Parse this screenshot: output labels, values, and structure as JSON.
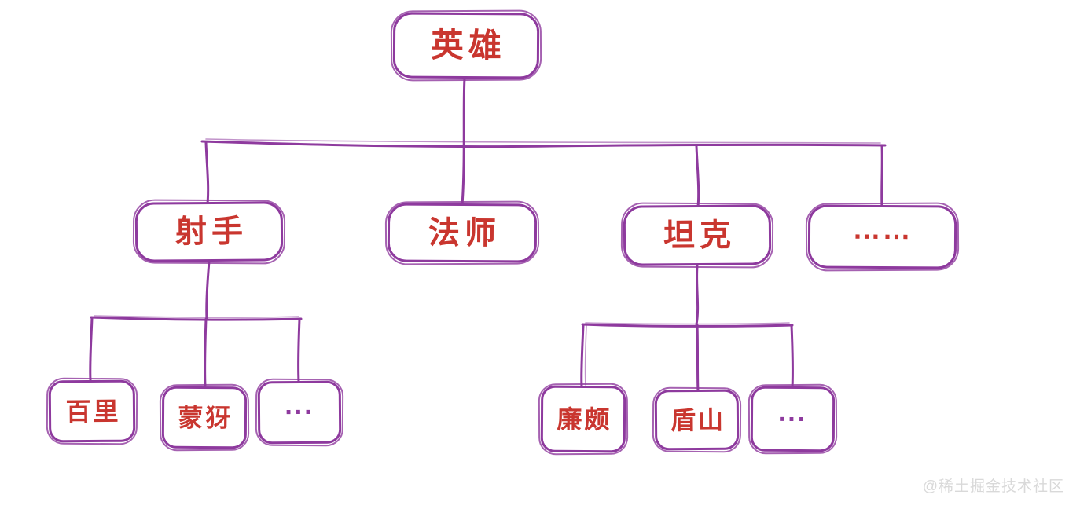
{
  "colors": {
    "line_purple": "#8e3a9e",
    "label_red": "#c9362f",
    "watermark_gray": "#d9d9d9",
    "background": "#ffffff"
  },
  "tree": {
    "root": {
      "label": "英雄"
    },
    "categories": [
      {
        "label": "射手"
      },
      {
        "label": "法师"
      },
      {
        "label": "坦克"
      },
      {
        "label": "……"
      }
    ],
    "marksman_heroes": [
      {
        "label": "百里"
      },
      {
        "label": "蒙犽"
      },
      {
        "label": "..."
      }
    ],
    "tank_heroes": [
      {
        "label": "廉颇"
      },
      {
        "label": "盾山"
      },
      {
        "label": "..."
      }
    ]
  },
  "watermark": {
    "text": "@稀土掘金技术社区"
  }
}
